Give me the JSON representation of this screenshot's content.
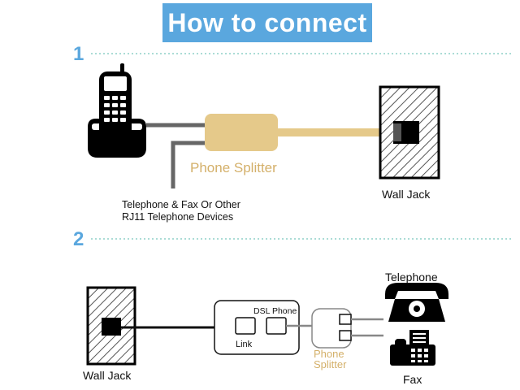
{
  "title": "How to connect",
  "steps": [
    {
      "number": "1",
      "splitter_label": "Phone Splitter",
      "devices_label_line1": "Telephone & Fax Or Other",
      "devices_label_line2": "RJ11 Telephone Devices",
      "wall_jack_label": "Wall Jack",
      "icons": [
        "cordless-phone-icon",
        "wall-jack-icon"
      ]
    },
    {
      "number": "2",
      "wall_jack_label": "Wall Jack",
      "filter_port_dsl_label": "DSL Phone",
      "filter_port_link_label": "Link",
      "splitter_label_line1": "Phone",
      "splitter_label_line2": "Splitter",
      "telephone_label": "Telephone",
      "fax_label": "Fax",
      "icons": [
        "wall-jack-icon",
        "rotary-telephone-icon",
        "fax-machine-icon"
      ]
    }
  ],
  "colors": {
    "banner": "#5aa7de",
    "step_number": "#5aa7de",
    "dotted_rule": "#8fd0c8",
    "splitter": "#e5c98a",
    "splitter_text": "#d4b06a",
    "cable": "#666666",
    "hatch": "#555555"
  }
}
